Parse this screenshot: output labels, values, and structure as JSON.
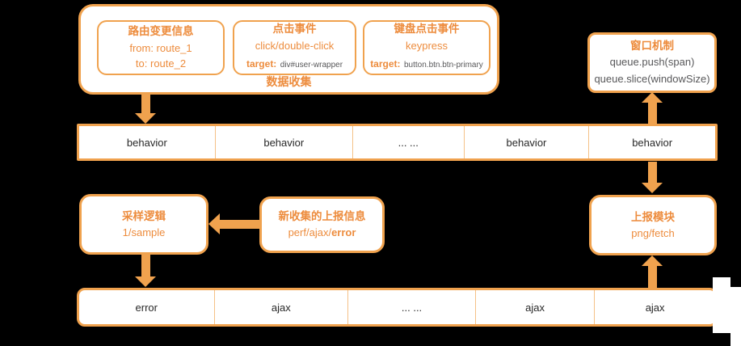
{
  "collector": {
    "label": "数据收集",
    "boxes": [
      {
        "title": "路由变更信息",
        "lines": [
          "from: route_1",
          "to: route_2"
        ]
      },
      {
        "title": "点击事件",
        "line": "click/double-click",
        "target_label": "target:",
        "target_value": "div#user-wrapper"
      },
      {
        "title": "键盘点击事件",
        "line": "keypress",
        "target_label": "target:",
        "target_value": "button.btn.btn-primary"
      }
    ]
  },
  "window_box": {
    "title": "窗口机制",
    "lines": [
      "queue.push(span)",
      "queue.slice(windowSize)"
    ]
  },
  "behavior_row": {
    "cells": [
      "behavior",
      "behavior",
      "... ...",
      "behavior",
      "behavior"
    ]
  },
  "sample_box": {
    "title": "采样逻辑",
    "line": "1/sample"
  },
  "report_info_box": {
    "title": "新收集的上报信息",
    "line_prefix": "perf/ajax/",
    "line_bold": "error"
  },
  "report_module_box": {
    "title": "上报模块",
    "line": "png/fetch"
  },
  "queue_row": {
    "cells": [
      "error",
      "ajax",
      "... ...",
      "ajax",
      "ajax"
    ]
  },
  "colors": {
    "accent": "#F0A24E",
    "accent_text": "#ED8C3D",
    "dark_text": "#282828",
    "code_text": "#58585A",
    "separator": "#F5C187",
    "background": "#000000"
  }
}
